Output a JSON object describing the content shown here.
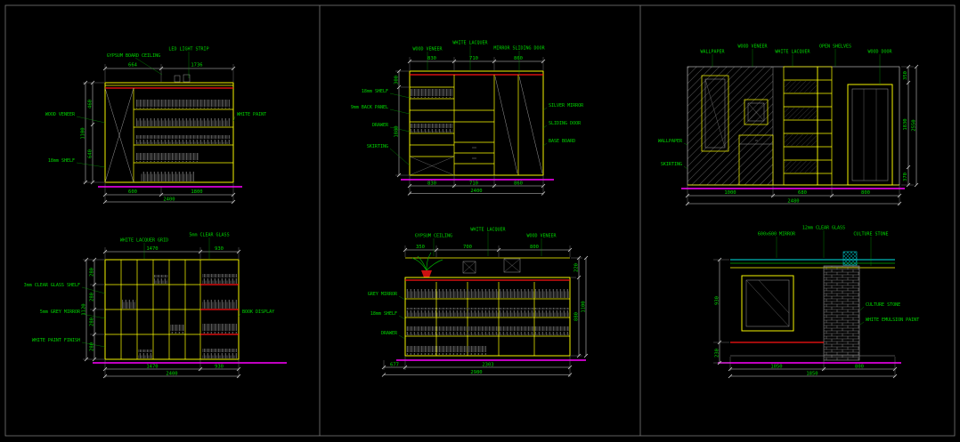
{
  "app": {
    "name": "CAD elevation drawing sheet",
    "background": "#000000"
  },
  "colors": {
    "structure_yellow": "#ffff00",
    "dimension_gray": "#cfcfcf",
    "annotation_green": "#00d800",
    "accent_red": "#ff1414",
    "baseline_magenta": "#ff00ff",
    "detail_cyan": "#00e5e5"
  },
  "panels": [
    {
      "id": "bookshelf",
      "top_annotations": [
        "GYPSUM BOARD CEILING",
        "LED LIGHT STRIP"
      ],
      "top_dims": [
        "664",
        "1736"
      ],
      "left_dims": [
        "460",
        "640"
      ],
      "left_total": "1100",
      "left_annotations": [
        "WOOD VENEER",
        "18mm SHELF"
      ],
      "right_annotations": [
        "WHITE PAINT"
      ],
      "bottom_dims": [
        "600",
        "1800"
      ],
      "bottom_total": "2400"
    },
    {
      "id": "wardrobe",
      "top_annotations": [
        "WOOD VENEER",
        "WHITE LACQUER",
        "MIRROR SLIDING DOOR"
      ],
      "top_dims": [
        "830",
        "710",
        "860"
      ],
      "left_dims": [
        "300",
        "1880"
      ],
      "left_annotations": [
        "18mm SHELF",
        "9mm BACK PANEL",
        "DRAWER",
        "SKIRTING"
      ],
      "right_annotations": [
        "SILVER MIRROR",
        "SLIDING DOOR",
        "BASE BOARD"
      ],
      "bottom_dims": [
        "830",
        "710",
        "860"
      ],
      "bottom_total": "2400"
    },
    {
      "id": "study-wall",
      "top_annotations": [
        "WALLPAPER",
        "WOOD VENEER",
        "WHITE LACQUER",
        "OPEN SHELVES",
        "WOOD DOOR"
      ],
      "right_dims": [
        "350",
        "1830",
        "370"
      ],
      "right_total": "2550",
      "left_annotations": [
        "WALLPAPER",
        "SKIRTING"
      ],
      "bottom_dims": [
        "1000",
        "680",
        "800"
      ],
      "bottom_total": "2480"
    },
    {
      "id": "grid-shelf",
      "top_annotations": [
        "WHITE LACQUER GRID",
        "5mm CLEAR GLASS"
      ],
      "top_dims": [
        "1470",
        "930"
      ],
      "left_dims": [
        "280",
        "280",
        "280",
        "280"
      ],
      "left_total": "1120",
      "left_annotations": [
        "3mm CLEAR GLASS SHELF",
        "5mm GREY MIRROR",
        "WHITE PAINT FINISH"
      ],
      "right_annotations": [
        "BOOK DISPLAY"
      ],
      "bottom_dims": [
        "1470",
        "930"
      ],
      "bottom_total": "2400"
    },
    {
      "id": "display-cabinet",
      "top_annotations": [
        "GYPSUM CEILING",
        "WHITE LACQUER",
        "WOOD VENEER"
      ],
      "top_dims": [
        "350",
        "700",
        "800"
      ],
      "right_dims": [
        "220",
        "880"
      ],
      "right_total": "1100",
      "left_annotations": [
        "GREY MIRROR",
        "18mm SHELF",
        "DRAWER"
      ],
      "bottom_dims": [
        "677",
        "2303"
      ],
      "bottom_total": "2980"
    },
    {
      "id": "mirror-stone",
      "top_annotations": [
        "600x600 MIRROR",
        "12mm CLEAR GLASS",
        "CULTURE STONE"
      ],
      "left_dims": [
        "930",
        "230"
      ],
      "right_annotations": [
        "CULTURE STONE",
        "WHITE EMULSION PAINT"
      ],
      "bottom_dims": [
        "1050",
        "800"
      ],
      "bottom_total": "1850"
    }
  ]
}
